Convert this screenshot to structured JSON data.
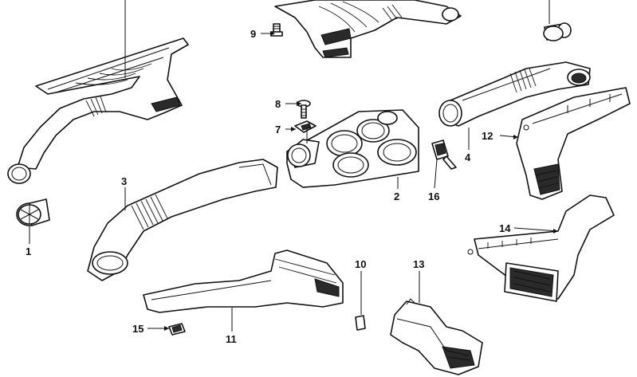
{
  "diagram": {
    "callouts": [
      {
        "id": "p1",
        "label": "1"
      },
      {
        "id": "p2",
        "label": "2"
      },
      {
        "id": "p3",
        "label": "3"
      },
      {
        "id": "p4",
        "label": "4"
      },
      {
        "id": "p7",
        "label": "7"
      },
      {
        "id": "p8",
        "label": "8"
      },
      {
        "id": "p9",
        "label": "9"
      },
      {
        "id": "p10",
        "label": "10"
      },
      {
        "id": "p11",
        "label": "11"
      },
      {
        "id": "p12",
        "label": "12"
      },
      {
        "id": "p13",
        "label": "13"
      },
      {
        "id": "p14",
        "label": "14"
      },
      {
        "id": "p15",
        "label": "15"
      },
      {
        "id": "p16",
        "label": "16"
      }
    ]
  }
}
